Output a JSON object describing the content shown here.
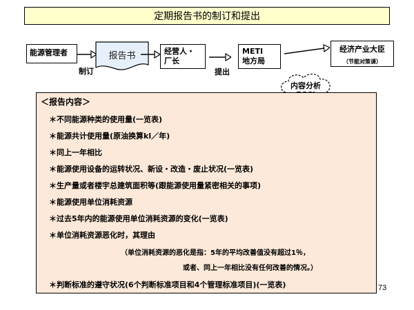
{
  "title": "定期报告书的制订和提出",
  "flow": {
    "manager": "能源管理者",
    "make_label": "制订",
    "report": "报告书",
    "business_line1": "经营人・",
    "business_line2": "厂长",
    "submit_label": "提出",
    "meti_line1": "METI",
    "meti_line2": "地方局",
    "ministry": "经济产业大臣",
    "ministry_sub": "（节能对策课）",
    "analysis_line1": "内容分析",
    "analysis_line2": "ECCJ"
  },
  "content": {
    "heading": "＜报告内容＞",
    "items": [
      "＊不同能源种类的使用量(一览表)",
      "＊能源共计使用量(原油换算kl／年)",
      "＊同上一年相比",
      "＊能源使用设备的运转状况、新设・改造・废止状况(一览表)",
      "＊生产量或者楼宇总建筑面积等(跟能源使用量紧密相关的事项)",
      "＊能源使用单位消耗资源",
      "＊过去5年内的能源使用单位消耗资源的变化(一览表)",
      "＊单位消耗资源恶化时，其理由"
    ],
    "note_line1": "（单位消耗资源的恶化是指：5年的平均改善值没有超过1％，",
    "note_line2": "或者、同上一年相比没有任何改善的情况。）",
    "last_item": "＊判断标准的遵守状况(6个判断标准项目和4个管理标准项目)(一览表)"
  },
  "page_number": "73",
  "colors": {
    "title_bg": "#ffffcc",
    "content_bg": "#fde9d9",
    "report_bg": "#e6f0fa"
  }
}
